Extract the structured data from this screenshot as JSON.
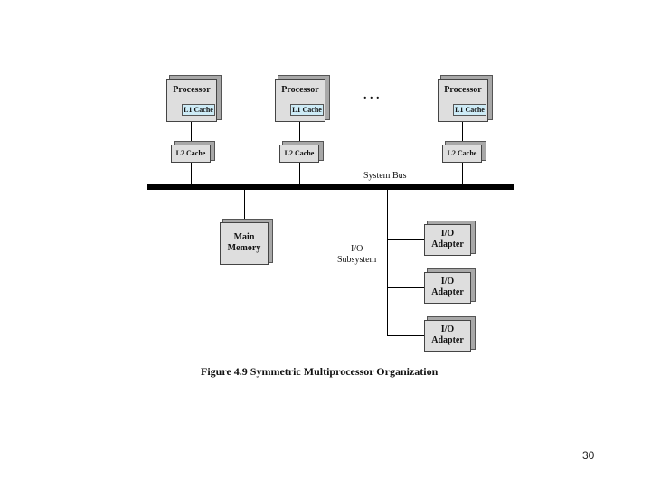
{
  "diagram": {
    "processor_label": "Processor",
    "l1_label": "L1 Cache",
    "l2_label": "L2 Cache",
    "ellipsis": ". . .",
    "bus_label": "System Bus",
    "memory_label_line1": "Main",
    "memory_label_line2": "Memory",
    "io_subsystem_line1": "I/O",
    "io_subsystem_line2": "Subsystem",
    "io_adapter_line1": "I/O",
    "io_adapter_line2": "Adapter",
    "caption": "Figure 4.9  Symmetric Multiprocessor Organization"
  },
  "page_number": "30"
}
